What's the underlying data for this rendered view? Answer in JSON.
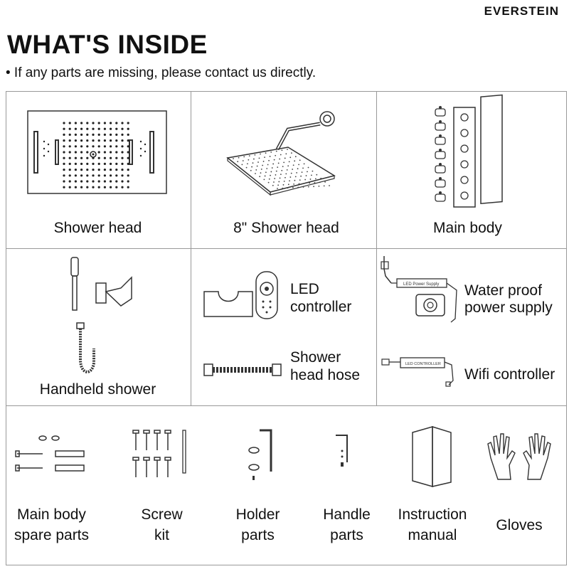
{
  "brand": "EVERSTEIN",
  "title": "WHAT'S INSIDE",
  "subtitle": "• If any parts are missing, please contact us directly.",
  "row1": {
    "shower_head": "Shower head",
    "shower_head_8": "8\" Shower head",
    "main_body": "Main body"
  },
  "row2": {
    "handheld_shower": "Handheld shower",
    "led_controller_1": "LED",
    "led_controller_2": "controller",
    "shower_head_hose_1": "Shower",
    "shower_head_hose_2": "head hose",
    "water_proof_1": "Water proof",
    "water_proof_2": "power supply",
    "wifi_controller": "Wifi controller",
    "power_supply_tag": "LED Power Supply",
    "wifi_tag": "LED CONTROLLER"
  },
  "row3": {
    "main_body_spare_1": "Main body",
    "main_body_spare_2": "spare parts",
    "screw_kit_1": "Screw",
    "screw_kit_2": "kit",
    "holder_parts_1": "Holder",
    "holder_parts_2": "parts",
    "handle_parts_1": "Handle",
    "handle_parts_2": "parts",
    "instruction_1": "Instruction",
    "instruction_2": "manual",
    "gloves": "Gloves"
  },
  "colors": {
    "border": "#999999",
    "text": "#111111",
    "stroke": "#333333"
  }
}
